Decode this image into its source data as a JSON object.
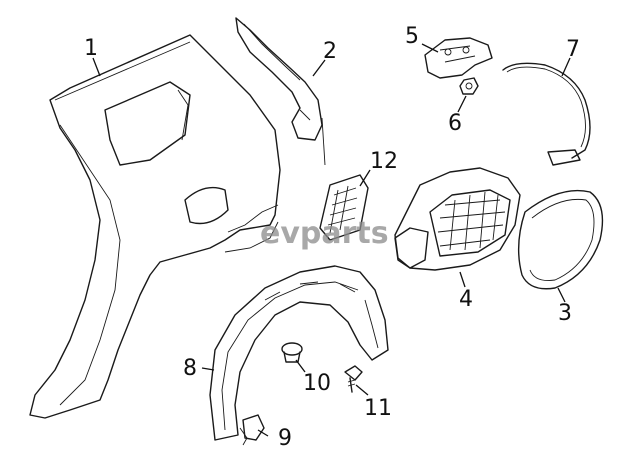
{
  "watermark": "evparts",
  "callouts": [
    {
      "id": "1",
      "label": "1"
    },
    {
      "id": "2",
      "label": "2"
    },
    {
      "id": "3",
      "label": "3"
    },
    {
      "id": "4",
      "label": "4"
    },
    {
      "id": "5",
      "label": "5"
    },
    {
      "id": "6",
      "label": "6"
    },
    {
      "id": "7",
      "label": "7"
    },
    {
      "id": "8",
      "label": "8"
    },
    {
      "id": "9",
      "label": "9"
    },
    {
      "id": "10",
      "label": "10"
    },
    {
      "id": "11",
      "label": "11"
    },
    {
      "id": "12",
      "label": "12"
    }
  ]
}
